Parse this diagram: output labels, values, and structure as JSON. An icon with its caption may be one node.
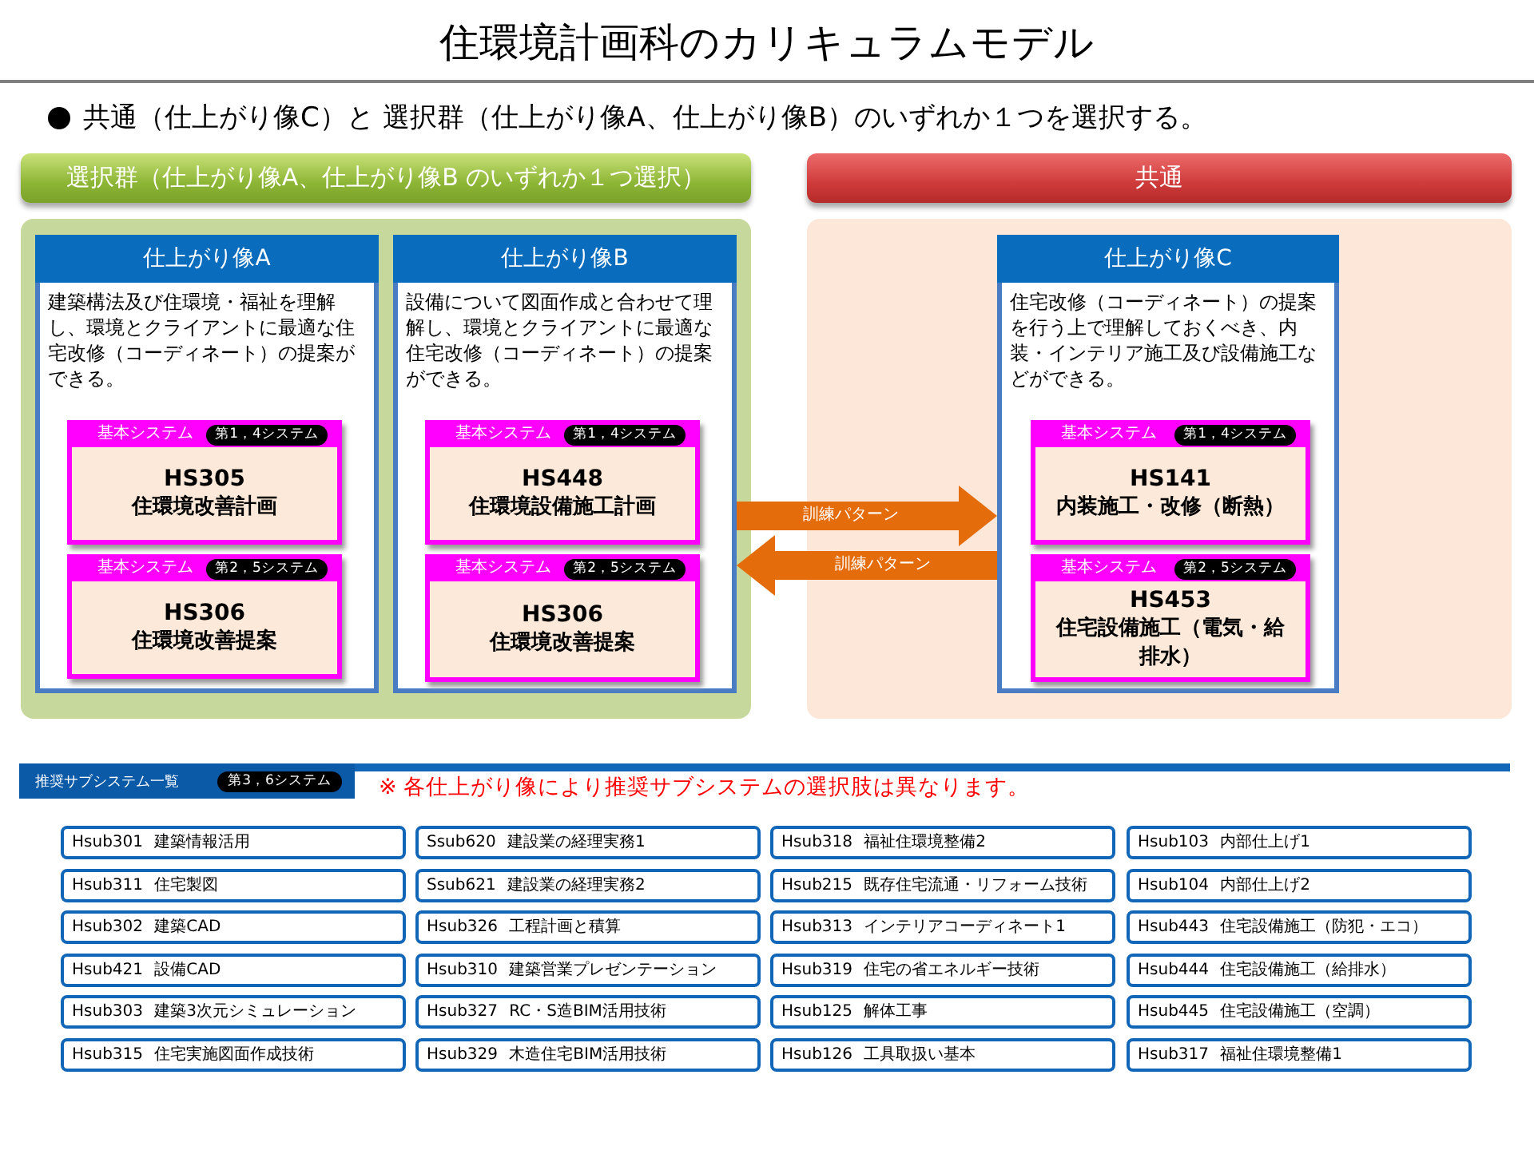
{
  "diagram": {
    "title": "住環境計画科のカリキュラムモデル",
    "nodes": [
      {
        "text": [
          "選択群（仕上がり像A、仕上がり像B のいずれか１つ選択）"
        ]
      },
      {
        "text": [],
        "shape": "box"
      },
      {
        "text": [
          "仕上がり像A",
          "建築構法及び住環境・福祉を理解し、環境とクライアントに最適な住宅改修（コーディネート）の提案ができる。"
        ],
        "in": 1
      },
      {
        "text": [
          "基本システム",
          "第1，4システム",
          "HS305",
          "住環境改善計画"
        ],
        "in": 2
      },
      {
        "text": [
          "基本システム",
          "第2，5システム",
          "HS306",
          "住環境改善提案"
        ],
        "in": 2
      },
      {
        "text": [
          "仕上がり像B",
          "設備について図面作成と合わせて理解し、環境とクライアントに最適な住宅改修（コーディネート）の提案ができる。"
        ],
        "in": 1
      },
      {
        "text": [
          "基本システム",
          "第1，4システム",
          "HS448",
          "住環境設備施工計画"
        ],
        "in": 5
      },
      {
        "text": [
          "基本システム",
          "第2，5システム",
          "HS306",
          "住環境改善提案"
        ],
        "in": 5
      },
      {
        "text": [
          "共通"
        ]
      },
      {
        "text": [],
        "shape": "box"
      },
      {
        "text": [
          "仕上がり像C",
          "住宅改修（コーディネート）の提案を行う上で理解しておくべき、内装・インテリア施工及び設備施工などができる。"
        ],
        "in": 9
      },
      {
        "text": [
          "基本システム",
          "第1，4システム",
          "HS141",
          "内装施工・改修（断熱）"
        ],
        "in": 10
      },
      {
        "text": [
          "基本システム",
          "第2，5システム",
          "HS453",
          "住宅設備施工（電気・給排水）"
        ],
        "in": 10
      },
      {
        "text": [
          "推奨サブシステム一覧",
          "第3，6システム"
        ]
      },
      {
        "text": [
          "Hsub301 建築情報活用"
        ]
      },
      {
        "text": [
          "Ssub620 建設業の経理実務1"
        ]
      },
      {
        "text": [
          "Hsub318 福祉住環境整備2"
        ]
      },
      {
        "text": [
          "Hsub103 内部仕上げ1"
        ]
      },
      {
        "text": [
          "Hsub311 住宅製図"
        ]
      },
      {
        "text": [
          "Ssub621 建設業の経理実務2"
        ]
      },
      {
        "text": [
          "Hsub215 既存住宅流通・リフォーム技術"
        ]
      },
      {
        "text": [
          "Hsub104 内部仕上げ2"
        ]
      },
      {
        "text": [
          "Hsub302 建築CAD"
        ]
      },
      {
        "text": [
          "Hsub326 工程計画と積算"
        ]
      },
      {
        "text": [
          "Hsub313 インテリアコーディネート1"
        ]
      },
      {
        "text": [
          "Hsub443 住宅設備施工（防犯・エコ）"
        ]
      },
      {
        "text": [
          "Hsub421 設備CAD"
        ]
      },
      {
        "text": [
          "Hsub310 建築営業プレゼンテーション"
        ]
      },
      {
        "text": [
          "Hsub319 住宅の省エネルギー技術"
        ]
      },
      {
        "text": [
          "Hsub444 住宅設備施工（給排水）"
        ]
      },
      {
        "text": [
          "Hsub303 建築3次元シミュレーション"
        ]
      },
      {
        "text": [
          "Hsub327 RC・S造BIM活用技術"
        ]
      },
      {
        "text": [
          "Hsub125 解体工事"
        ]
      },
      {
        "text": [
          "Hsub445 住宅設備施工（空調）"
        ]
      },
      {
        "text": [
          "Hsub315 住宅実施図面作成技術"
        ]
      },
      {
        "text": [
          "Hsub329 木造住宅BIM活用技術"
        ]
      },
      {
        "text": [
          "Hsub126 工具取扱い基本"
        ]
      },
      {
        "text": [
          "Hsub317 福祉住環境整備1"
        ]
      }
    ],
    "edges": [
      {
        "from": 5,
        "to": 10,
        "arrow": "to",
        "label": "訓練パターン"
      },
      {
        "from": 10,
        "to": 5,
        "arrow": "to",
        "label": "訓練パターン"
      }
    ],
    "labels": [
      "共通（仕上がり像C）と 選択群（仕上がり像A、仕上がり像B）のいずれか１つを選択する。",
      "※ 各仕上がり像により推奨サブシステムの選択肢は異なります。"
    ]
  }
}
